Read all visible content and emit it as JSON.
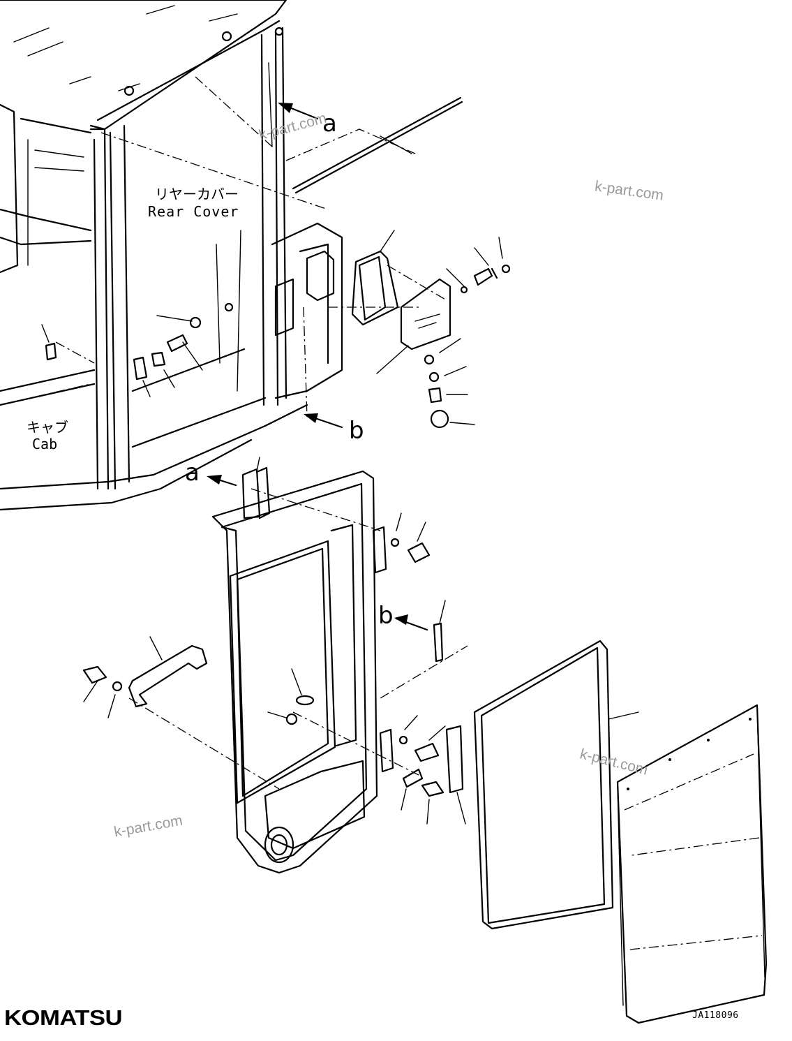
{
  "labels": {
    "rear_cover_jp": "リヤーカバー",
    "rear_cover_en": "Rear Cover",
    "cab_jp": "キャブ",
    "cab_en": "Cab",
    "callout_a": "a",
    "callout_b": "b"
  },
  "watermarks": [
    "k-part.com",
    "k-part.com",
    "k-part.com",
    "k-part.com"
  ],
  "brand": {
    "logo": "KOMATSU"
  },
  "drawing_code": "JA118096"
}
